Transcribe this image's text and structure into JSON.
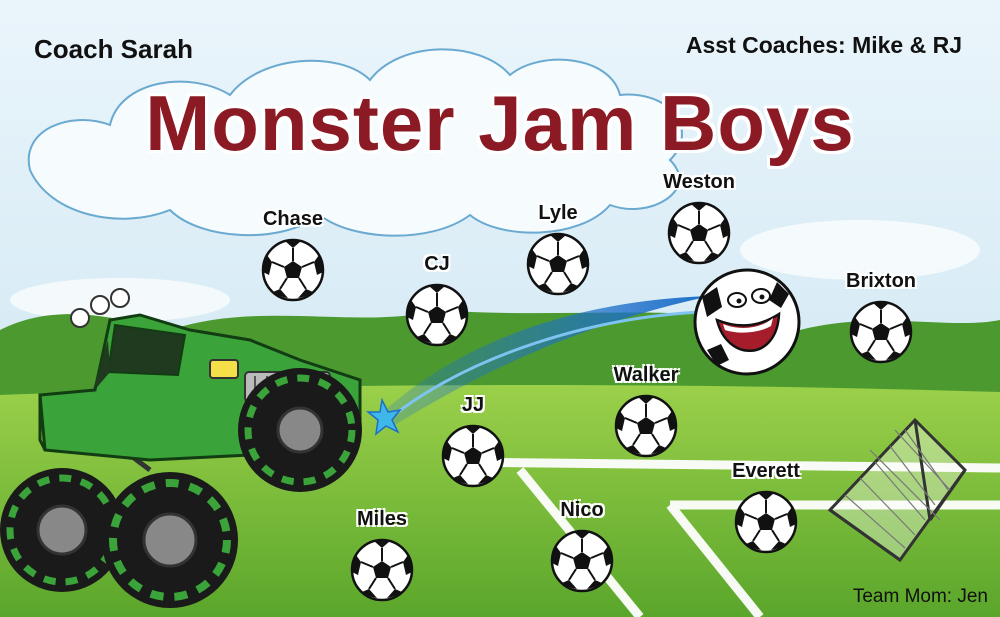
{
  "banner": {
    "coach": "Coach Sarah",
    "assistant_coaches": "Asst Coaches: Mike & RJ",
    "team_name": "Monster Jam Boys",
    "team_mom": "Team Mom: Jen"
  },
  "players": [
    {
      "name": "Chase"
    },
    {
      "name": "CJ"
    },
    {
      "name": "Lyle"
    },
    {
      "name": "Weston"
    },
    {
      "name": "Brixton"
    },
    {
      "name": "Walker"
    },
    {
      "name": "JJ"
    },
    {
      "name": "Everett"
    },
    {
      "name": "Miles"
    },
    {
      "name": "Nico"
    }
  ],
  "colors": {
    "title": "#8b1a24",
    "truck": "#3aa33a",
    "sky": "#d8ecf7",
    "field": "#7cc23c"
  },
  "icons": [
    "soccer-ball-icon",
    "monster-truck-icon",
    "soccer-goal-icon",
    "cartoon-ball-icon",
    "cloud-icon"
  ]
}
